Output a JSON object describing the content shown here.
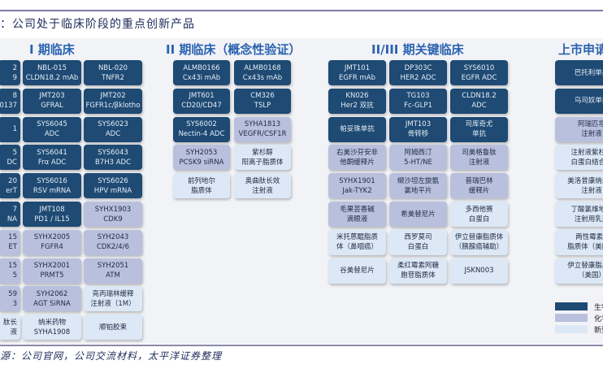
{
  "title": "：公司处于临床阶段的重点创新产品",
  "source": "源：公司官网，公司交流材料，太平洋证券整理",
  "colors": {
    "biologic": "#1e4a73",
    "chemical": "#b9c0dd",
    "new_formulation": "#dce8f5",
    "heading": "#2a63b0"
  },
  "sections": [
    {
      "heading": "I 期临床",
      "rows": [
        [
          {
            "t": "b",
            "l": [
              "2",
              "9"
            ]
          },
          {
            "t": "b",
            "l": [
              "NBL-015",
              "CLDN18.2 mAb"
            ]
          },
          {
            "t": "b",
            "l": [
              "NBL-020",
              "TNFR2"
            ]
          }
        ],
        [
          {
            "t": "b",
            "l": [
              "8",
              "0137"
            ]
          },
          {
            "t": "b",
            "l": [
              "JMT203",
              "GFRAL"
            ]
          },
          {
            "t": "b",
            "l": [
              "JMT202",
              "FGFR1c/βklotho"
            ]
          }
        ],
        [
          {
            "t": "b",
            "l": [
              "1"
            ]
          },
          {
            "t": "b",
            "l": [
              "SYS6045",
              "ADC"
            ]
          },
          {
            "t": "b",
            "l": [
              "SYS6023",
              "ADC"
            ]
          }
        ],
        [
          {
            "t": "b",
            "l": [
              "5",
              "DC"
            ]
          },
          {
            "t": "b",
            "l": [
              "SYS6041",
              "Frα ADC"
            ]
          },
          {
            "t": "b",
            "l": [
              "SYS6043",
              "B7H3 ADC"
            ]
          }
        ],
        [
          {
            "t": "b",
            "l": [
              "20",
              "erT"
            ]
          },
          {
            "t": "b",
            "l": [
              "SYS6016",
              "RSV mRNA"
            ]
          },
          {
            "t": "b",
            "l": [
              "SYS6026",
              "HPV mRNA"
            ]
          }
        ],
        [
          {
            "t": "b",
            "l": [
              "7",
              "NA"
            ]
          },
          {
            "t": "b",
            "l": [
              "JMT108",
              "PD1 / IL15"
            ]
          },
          {
            "t": "c",
            "l": [
              "SYHX1903",
              "CDK9"
            ]
          }
        ],
        [
          {
            "t": "c",
            "l": [
              "15",
              "ET"
            ]
          },
          {
            "t": "c",
            "l": [
              "SYHX2005",
              "FGFR4"
            ]
          },
          {
            "t": "c",
            "l": [
              "SYH2043",
              "CDK2/4/6"
            ]
          }
        ],
        [
          {
            "t": "c",
            "l": [
              "15",
              "5"
            ]
          },
          {
            "t": "c",
            "l": [
              "SYHX2001",
              "PRMT5"
            ]
          },
          {
            "t": "c",
            "l": [
              "SYH2051",
              "ATM"
            ]
          }
        ],
        [
          {
            "t": "c",
            "l": [
              "59",
              "3"
            ]
          },
          {
            "t": "c",
            "l": [
              "SYH2062",
              "AGT SiRNA"
            ]
          },
          {
            "t": "n",
            "l": [
              "亮丙瑞林缓释",
              "注射液（1M）"
            ]
          }
        ],
        [
          {
            "t": "n",
            "l": [
              "肽长",
              "液"
            ]
          },
          {
            "t": "n",
            "l": [
              "纳米药物",
              "SYHA1908"
            ]
          },
          {
            "t": "n",
            "l": [
              "顺铂胶束"
            ]
          }
        ]
      ]
    },
    {
      "heading": "II 期临床（概念性验证）",
      "rows": [
        [
          {
            "t": "b",
            "l": [
              "ALMB0166",
              "Cx43i mAb"
            ]
          },
          {
            "t": "b",
            "l": [
              "ALMB0168",
              "Cx43s mAb"
            ]
          }
        ],
        [
          {
            "t": "b",
            "l": [
              "JMT601",
              "CD20/CD47"
            ]
          },
          {
            "t": "b",
            "l": [
              "CM326",
              "TSLP"
            ]
          }
        ],
        [
          {
            "t": "b",
            "l": [
              "SYS6002",
              "Nectin-4 ADC"
            ]
          },
          {
            "t": "c",
            "l": [
              "SYHA1813",
              "VEGFR/CSF1R"
            ]
          }
        ],
        [
          {
            "t": "c",
            "l": [
              "SYH2053",
              "PCSK9 siRNA"
            ]
          },
          {
            "t": "n",
            "l": [
              "紫杉醇",
              "阳离子脂质体"
            ]
          }
        ],
        [
          {
            "t": "n",
            "l": [
              "前列地尔",
              "脂质体"
            ]
          },
          {
            "t": "n",
            "l": [
              "奥曲肽长效",
              "注射液"
            ]
          }
        ]
      ]
    },
    {
      "heading": "II/III 期关键临床",
      "rows": [
        [
          {
            "t": "b",
            "l": [
              "JMT101",
              "EGFR mAb"
            ]
          },
          {
            "t": "b",
            "l": [
              "DP303C",
              "HER2 ADC"
            ]
          },
          {
            "t": "b",
            "l": [
              "SYS6010",
              "EGFR ADC"
            ]
          }
        ],
        [
          {
            "t": "b",
            "l": [
              "KN026",
              "Her2 双抗"
            ]
          },
          {
            "t": "b",
            "l": [
              "TG103",
              "Fc-GLP1"
            ]
          },
          {
            "t": "b",
            "l": [
              "CLDN18.2",
              "ADC"
            ]
          }
        ],
        [
          {
            "t": "b",
            "l": [
              "帕妥珠单抗"
            ]
          },
          {
            "t": "b",
            "l": [
              "JMT103",
              "骨转移"
            ]
          },
          {
            "t": "b",
            "l": [
              "司库奇尤",
              "单抗"
            ]
          }
        ],
        [
          {
            "t": "c",
            "l": [
              "右美沙芬安非",
              "他酮缓释片"
            ]
          },
          {
            "t": "c",
            "l": [
              "阿姆西汀",
              "5-HT/NE"
            ]
          },
          {
            "t": "c",
            "l": [
              "司美格鲁肽",
              "注射液"
            ]
          }
        ],
        [
          {
            "t": "c",
            "l": [
              "SYHX1901",
              "Jak-TYK2"
            ]
          },
          {
            "t": "c",
            "l": [
              "缬沙坦左旋氨",
              "氯地平片"
            ]
          },
          {
            "t": "c",
            "l": [
              "普瑞巴林",
              "缓释片"
            ]
          }
        ],
        [
          {
            "t": "c",
            "l": [
              "毛果芸香碱",
              "滴眼液"
            ]
          },
          {
            "t": "c",
            "l": [
              "希美替尼片"
            ]
          },
          {
            "t": "n",
            "l": [
              "多西他赛",
              "白蛋白"
            ]
          }
        ],
        [
          {
            "t": "n",
            "l": [
              "米托蒽醌脂质",
              "体（鼻咽癌）"
            ]
          },
          {
            "t": "n",
            "l": [
              "西罗莫司",
              "白蛋白"
            ]
          },
          {
            "t": "n",
            "l": [
              "伊立替康脂质体",
              "（胰腺癌辅助）"
            ]
          }
        ],
        [
          {
            "t": "n",
            "l": [
              "谷美替尼片"
            ]
          },
          {
            "t": "n",
            "l": [
              "柔红霉素阿糖",
              "胞苷脂质体"
            ]
          },
          {
            "t": "n",
            "l": [
              "JSKN003"
            ]
          }
        ]
      ]
    },
    {
      "heading": "上市申请",
      "rows": [
        [
          {
            "t": "b",
            "l": [
              "巴托利单抗"
            ]
          }
        ],
        [
          {
            "t": "b",
            "l": [
              "乌司奴单抗"
            ]
          }
        ],
        [
          {
            "t": "c",
            "l": [
              "阿瑞匹坦",
              "注射液"
            ]
          }
        ],
        [
          {
            "t": "n",
            "l": [
              "注射液紫杉醇",
              "白蛋白结合型"
            ]
          }
        ],
        [
          {
            "t": "n",
            "l": [
              "美洛昔康纳米晶",
              "注射液"
            ]
          }
        ],
        [
          {
            "t": "n",
            "l": [
              "丁酸氯维地平",
              "注射用乳剂"
            ]
          }
        ],
        [
          {
            "t": "n",
            "l": [
              "两性霉素B",
              "脂质体（美国）"
            ]
          }
        ],
        [
          {
            "t": "n",
            "l": [
              "伊立替康脂质体",
              "（美国）"
            ]
          }
        ]
      ]
    }
  ],
  "legend": [
    {
      "t": "b",
      "label": "生物药"
    },
    {
      "t": "c",
      "label": "化学药"
    },
    {
      "t": "n",
      "label": "新型制剂"
    }
  ]
}
